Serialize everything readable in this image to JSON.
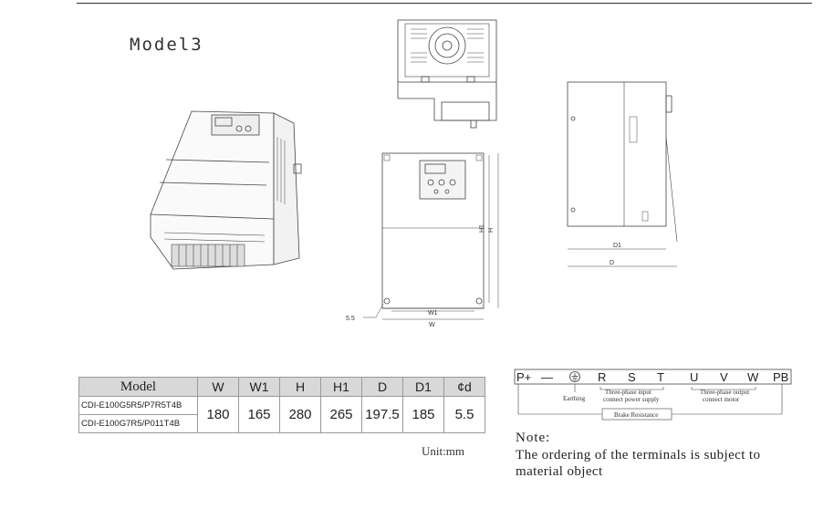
{
  "title": "Model3",
  "dimension_labels": {
    "five_five": "5.5",
    "w1": "W1",
    "w": "W",
    "h1": "H1",
    "h": "H",
    "d1": "D1",
    "d": "D"
  },
  "table": {
    "headers": [
      "Model",
      "W",
      "W1",
      "H",
      "H1",
      "D",
      "D1",
      "¢d"
    ],
    "models": [
      "CDI-E100G5R5/P7R5T4B",
      "CDI-E100G7R5/P011T4B"
    ],
    "values": [
      "180",
      "165",
      "280",
      "265",
      "197.5",
      "185",
      "5.5"
    ]
  },
  "unit": "Unit:mm",
  "terminals": {
    "labels": [
      "P+",
      "—",
      "R",
      "S",
      "T",
      "U",
      "V",
      "W",
      "PB"
    ],
    "earthing": "Earthing",
    "input_line1": "Three-phase input",
    "input_line2": "connect power supply",
    "output_line1": "Three-phase output",
    "output_line2": "connect motor",
    "brake": "Brake Resistance"
  },
  "note": {
    "title": "Note:",
    "text": "The ordering of the terminals is subject to material object"
  }
}
